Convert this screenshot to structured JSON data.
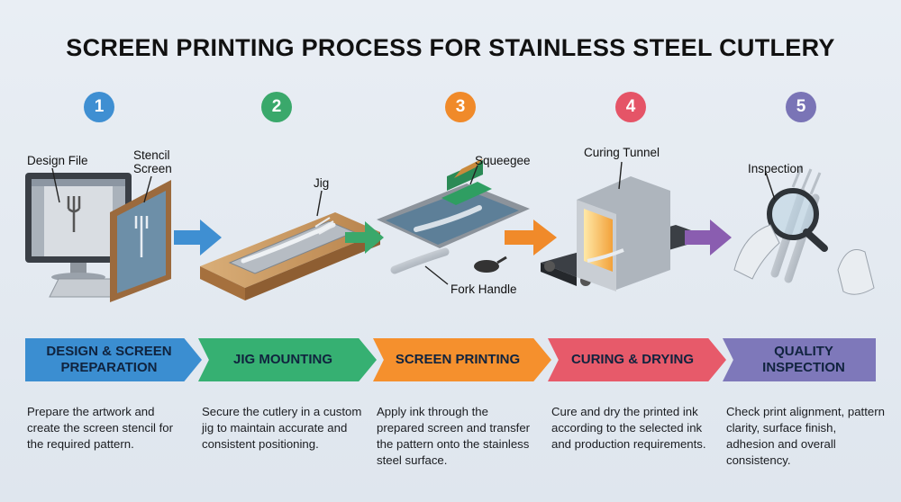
{
  "title": "SCREEN PRINTING PROCESS FOR STAINLESS STEEL CUTLERY",
  "steps": [
    {
      "number": "1",
      "banner": "DESIGN & SCREEN\nPREPARATION",
      "color": "#3f8fd2",
      "banner_color": "#3b8ed1",
      "description": "Prepare the artwork and create the screen stencil for the required pattern."
    },
    {
      "number": "2",
      "banner": "JIG MOUNTING",
      "color": "#3aa86b",
      "banner_color": "#36b072",
      "description": "Secure the cutlery in a custom jig to maintain accurate and consistent positioning."
    },
    {
      "number": "3",
      "banner": "SCREEN PRINTING",
      "color": "#f08a2a",
      "banner_color": "#f5902d",
      "description": "Apply ink through the prepared screen and transfer the pattern onto the stainless steel surface."
    },
    {
      "number": "4",
      "banner": "CURING & DRYING",
      "color": "#e55467",
      "banner_color": "#e75a6a",
      "description": "Cure and dry the printed ink according to the selected ink and production requirements."
    },
    {
      "number": "5",
      "banner": "QUALITY\nINSPECTION",
      "color": "#7a74b6",
      "banner_color": "#7e78ba",
      "description": "Check print alignment, pattern clarity, surface finish, adhesion and overall consistency."
    }
  ],
  "callouts": {
    "design_file": "Design File",
    "stencil_screen": "Stencil\nScreen",
    "jig": "Jig",
    "squeegee": "Squeegee",
    "fork_handle": "Fork Handle",
    "curing_tunnel": "Curing Tunnel",
    "inspection": "Inspection"
  }
}
